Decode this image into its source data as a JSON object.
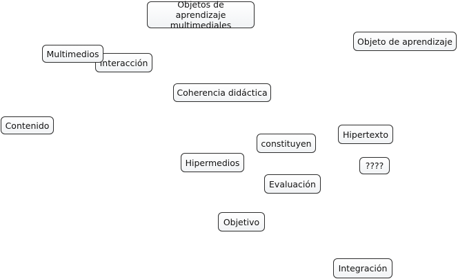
{
  "concept_map": {
    "nodes": [
      {
        "id": "objetos",
        "label": "Objetos de aprendizaje multimediales"
      },
      {
        "id": "objeto",
        "label": "Objeto de aprendizaje"
      },
      {
        "id": "multimedios",
        "label": "Multimedios"
      },
      {
        "id": "interaccion",
        "label": "Interacción"
      },
      {
        "id": "coherencia",
        "label": "Coherencia didáctica"
      },
      {
        "id": "contenido",
        "label": "Contenido"
      },
      {
        "id": "hipertexto",
        "label": "Hipertexto"
      },
      {
        "id": "constituyen",
        "label": "constituyen"
      },
      {
        "id": "hipermedios",
        "label": "Hipermedios"
      },
      {
        "id": "unknown",
        "label": "????"
      },
      {
        "id": "evaluacion",
        "label": "Evaluación"
      },
      {
        "id": "objetivo",
        "label": "Objetivo"
      },
      {
        "id": "integracion",
        "label": "Integración"
      }
    ]
  }
}
